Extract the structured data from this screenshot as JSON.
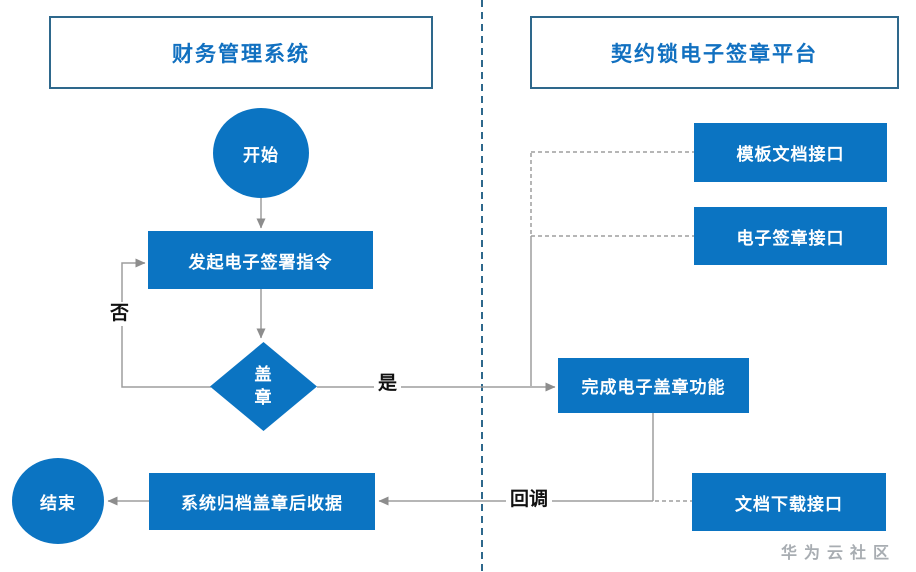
{
  "lanes": {
    "left": {
      "title": "财务管理系统"
    },
    "right": {
      "title": "契约锁电子签章平台"
    }
  },
  "nodes": {
    "start": {
      "label": "开始",
      "type": "circle"
    },
    "issue": {
      "label": "发起电子签署指令",
      "type": "rect"
    },
    "decision": {
      "label": "盖章",
      "type": "diamond"
    },
    "archive": {
      "label": "系统归档盖章后收据",
      "type": "rect"
    },
    "end": {
      "label": "结束",
      "type": "circle"
    },
    "template_api": {
      "label": "模板文档接口",
      "type": "rect"
    },
    "esign_api": {
      "label": "电子签章接口",
      "type": "rect"
    },
    "complete": {
      "label": "完成电子盖章功能",
      "type": "rect"
    },
    "download_api": {
      "label": "文档下载接口",
      "type": "rect"
    }
  },
  "edge_labels": {
    "no": "否",
    "yes": "是",
    "callback": "回调"
  },
  "watermark": "华为云社区",
  "colors": {
    "node_fill": "#0b74c2",
    "header_text": "#1170c0",
    "header_border": "#2e688c",
    "divider": "#2e688c",
    "connector": "#9d9d9d",
    "arrowhead": "#8d8d8d",
    "label_text": "#111111",
    "watermark_text": "#a8adb2"
  }
}
